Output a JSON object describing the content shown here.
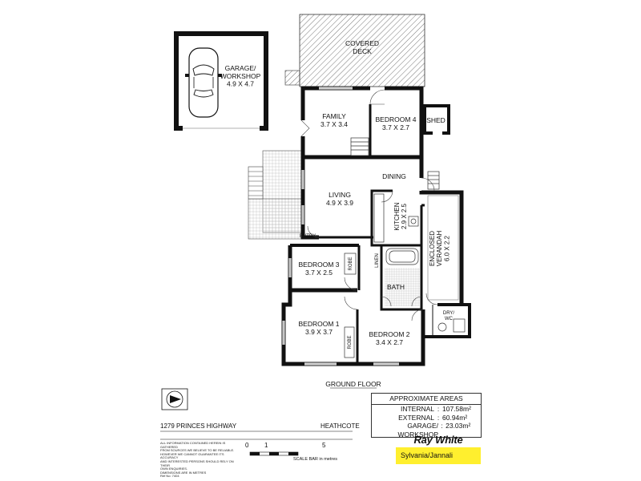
{
  "rooms": {
    "covered_deck": "COVERED\nDECK",
    "garage": "GARAGE/\nWORKSHOP\n4.9 X 4.7",
    "family": "FAMILY\n3.7 X 3.4",
    "bedroom4": "BEDROOM 4\n3.7 X 2.7",
    "shed": "SHED",
    "dining": "DINING",
    "living": "LIVING\n4.9 X 3.9",
    "kitchen": "KITCHEN\n2.9 X 2.5",
    "enclosed_verandah": "ENCLOSED\nVERANDAH\n6.0 X 2.2",
    "entry": "ENTRY",
    "linen": "LINEN",
    "bedroom3": "BEDROOM 3\n3.7 X 2.5",
    "robe": "ROBE",
    "bath": "BATH",
    "bedroom1": "BEDROOM 1\n3.9 X 3.7",
    "bedroom2": "BEDROOM 2\n3.4 X 2.7",
    "dry_wc": "DRY/\nWC"
  },
  "floor_label": "GROUND FLOOR",
  "areas": {
    "title": "APPROXIMATE AREAS",
    "rows": [
      {
        "label": "INTERNAL",
        "value": "107.58m²"
      },
      {
        "label": "EXTERNAL",
        "value": "60.94m²"
      },
      {
        "label": "GARAGE/ WORKSHOP",
        "value": "23.03m²"
      }
    ]
  },
  "address": "1279 PRINCES HIGHWAY",
  "suburb": "HEATHCOTE",
  "disclaimer": "ALL INFORMATION CONTAINED HEREIN IS GATHERED\nFROM SOURCES WE BELIEVE TO BE RELIABLE.\nHOWEVER WE CANNOT GUARANTEE ITS ACCURACY\nAND INTERESTED PERSONS SHOULD RELY ON THEIR\nOWN ENQUIRIES.\nDIMENSIONS ARE IN METRES\nRef No: 7404",
  "scale": {
    "ticks": [
      "0",
      "1",
      "5"
    ],
    "caption": "SCALE BAR in metres"
  },
  "brand": {
    "name": "Ray White",
    "office": "Sylvania/Jannali"
  },
  "colors": {
    "wall": "#111111",
    "hatch": "#555555",
    "brand_yellow": "#ffef2e"
  }
}
